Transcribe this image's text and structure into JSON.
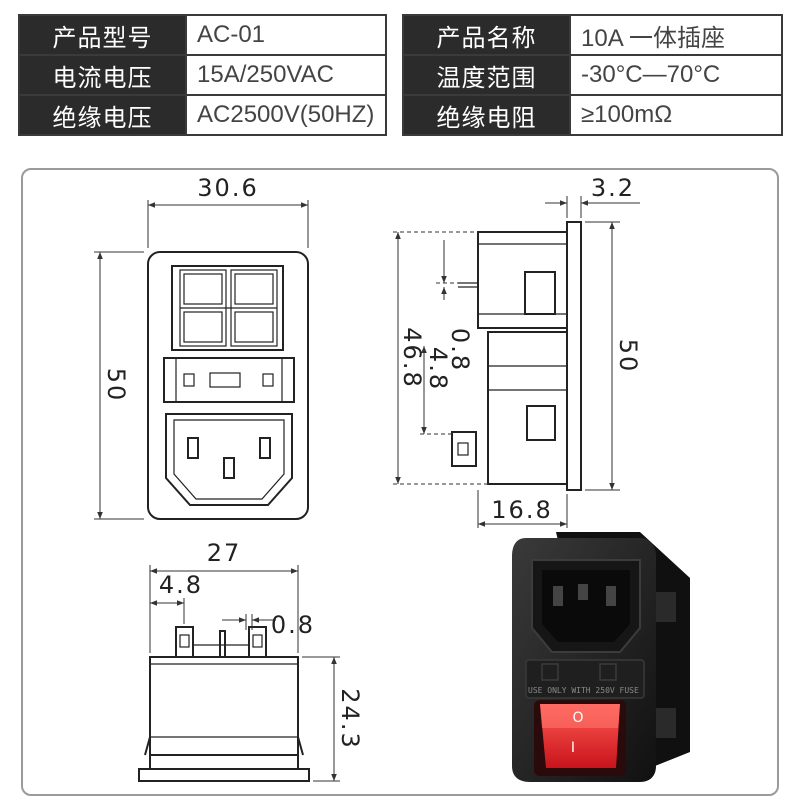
{
  "specs": {
    "left": [
      {
        "label": "产品型号",
        "value": "AC-01"
      },
      {
        "label": "电流电压",
        "value": "15A/250VAC"
      },
      {
        "label": "绝缘电压",
        "value": "AC2500V(50HZ)"
      }
    ],
    "right": [
      {
        "label": "产品名称",
        "value": "10A 一体插座"
      },
      {
        "label": "温度范围",
        "value": "-30°C—70°C"
      },
      {
        "label": "绝缘电阻",
        "value": "≥100mΩ"
      }
    ]
  },
  "dimensions": {
    "front_width": "30.6",
    "front_height": "50",
    "side_thickness": "3.2",
    "side_height": "50",
    "pin_offset": "0.8",
    "pin_pitch": "4.8",
    "body_height": "46.8",
    "side_depth": "16.8",
    "bottom_width": "27",
    "bottom_pin_offset": "4.8",
    "bottom_pin_width": "0.8",
    "bottom_depth": "24.3"
  },
  "photo": {
    "fuse_label": "USE ONLY WITH 250V FUSE",
    "switch_on_mark": "I",
    "switch_off_mark": "O"
  },
  "colors": {
    "header_bg": "#2b2b2b",
    "switch_red": "#e0282a",
    "body_black": "#1c1c1c"
  }
}
